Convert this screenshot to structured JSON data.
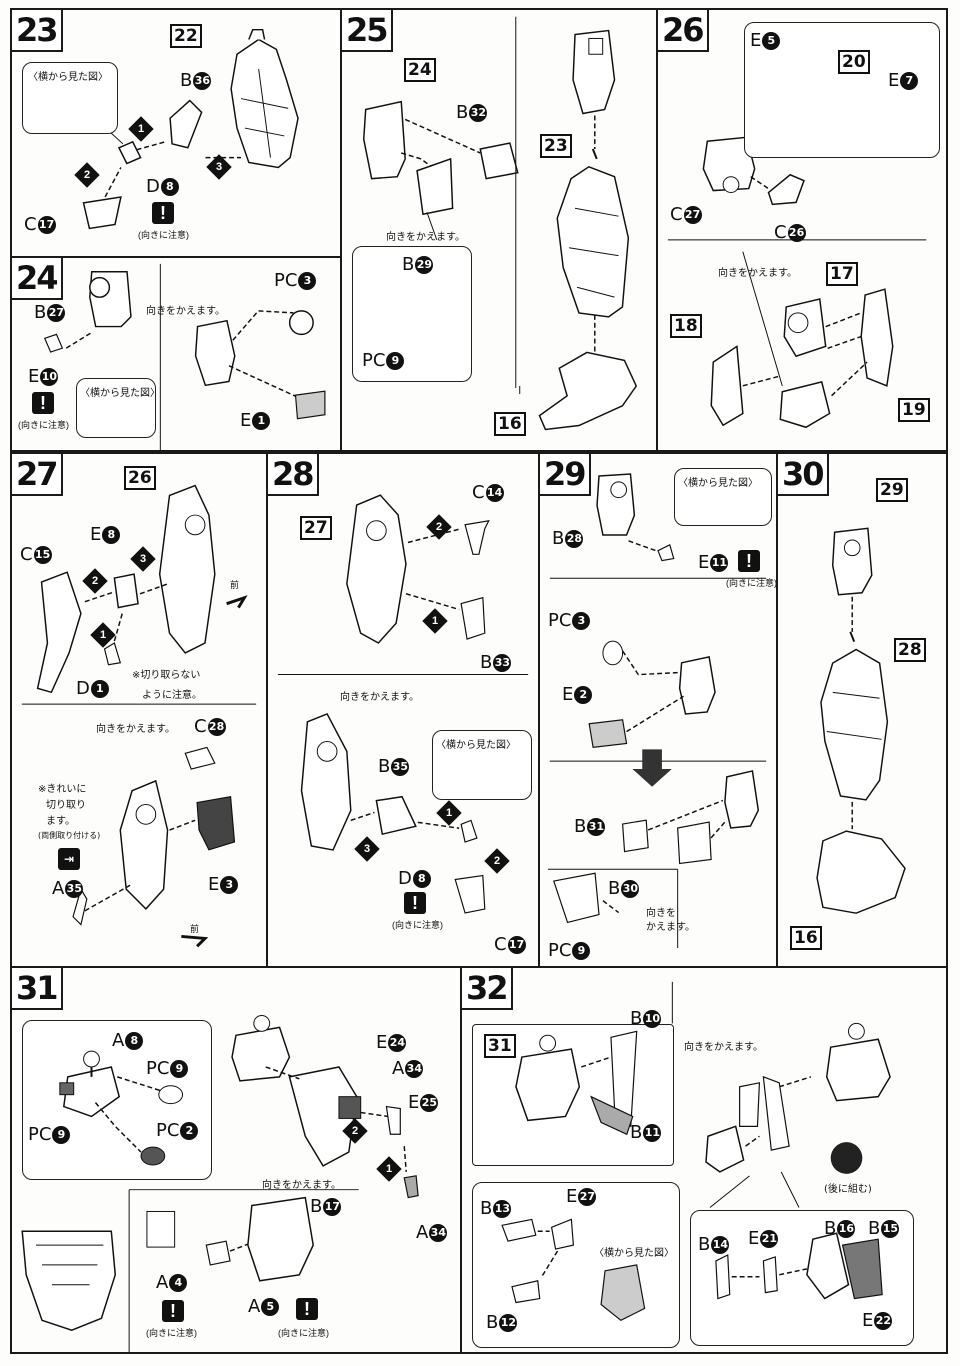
{
  "steps": {
    "s23": {
      "num": "23",
      "ref": "22",
      "side_view": "〈横から見た図〉",
      "parts": {
        "b": "B",
        "b_n": "36",
        "d": "D",
        "d_n": "8",
        "c": "C",
        "c_n": "17"
      },
      "warn": "(向きに注意)",
      "orders": [
        "1",
        "2",
        "3"
      ]
    },
    "s24": {
      "num": "24",
      "parts": {
        "b": "B",
        "b_n": "27",
        "e": "E",
        "e_n": "10",
        "pc": "PC",
        "pc_n": "3",
        "e2": "E",
        "e2_n": "1"
      },
      "warn": "(向きに注意)",
      "side_view": "〈横から見た図〉",
      "turn": "向きをかえます。"
    },
    "s25": {
      "num": "25",
      "ref_a": "24",
      "ref_b": "23",
      "ref_c": "16",
      "parts": {
        "b": "B",
        "b_n": "32",
        "b2": "B",
        "b2_n": "29",
        "pc": "PC",
        "pc_n": "9"
      },
      "turn": "向きをかえます。"
    },
    "s26": {
      "num": "26",
      "ref_a": "20",
      "ref_b": "17",
      "ref_c": "18",
      "ref_d": "19",
      "parts": {
        "e": "E",
        "e_n": "5",
        "e2": "E",
        "e2_n": "7",
        "c": "C",
        "c_n": "27",
        "c2": "C",
        "c2_n": "26"
      },
      "turn": "向きをかえます。"
    },
    "s27": {
      "num": "27",
      "ref": "26",
      "parts": {
        "c": "C",
        "c_n": "15",
        "e": "E",
        "e_n": "8",
        "d": "D",
        "d_n": "1",
        "c2": "C",
        "c2_n": "28",
        "e2": "E",
        "e2_n": "3",
        "a": "A",
        "a_n": "35"
      },
      "note1": "※切り取らない",
      "note2": "ように注意。",
      "note3": "※きれいに",
      "note4": "切り取り",
      "note5": "ます。",
      "note6": "(両側取り付ける)",
      "front": "前",
      "turn": "向きをかえます。",
      "orders": [
        "1",
        "2",
        "3"
      ]
    },
    "s28": {
      "num": "28",
      "ref": "27",
      "parts": {
        "c": "C",
        "c_n": "14",
        "b": "B",
        "b_n": "33",
        "b2": "B",
        "b2_n": "35",
        "d": "D",
        "d_n": "8",
        "c2": "C",
        "c2_n": "17"
      },
      "turn": "向きをかえます。",
      "side_view": "〈横から見た図〉",
      "warn": "(向きに注意)",
      "orders": [
        "1",
        "2",
        "3"
      ]
    },
    "s29": {
      "num": "29",
      "parts": {
        "b": "B",
        "b_n": "28",
        "e": "E",
        "e_n": "11",
        "pc": "PC",
        "pc_n": "3",
        "e2": "E",
        "e2_n": "2",
        "b2": "B",
        "b2_n": "31",
        "b3": "B",
        "b3_n": "30",
        "pc2": "PC",
        "pc2_n": "9"
      },
      "side_view": "〈横から見た図〉",
      "warn": "(向きに注意)",
      "turn1": "向きを",
      "turn2": "かえます。"
    },
    "s30": {
      "num": "30",
      "ref_a": "29",
      "ref_b": "28",
      "ref_c": "16"
    },
    "s31": {
      "num": "31",
      "parts": {
        "a": "A",
        "a_n": "8",
        "pc": "PC",
        "pc_n": "9",
        "pc2": "PC",
        "pc2_n": "9",
        "pc3": "PC",
        "pc3_n": "2",
        "e": "E",
        "e_n": "24",
        "a2": "A",
        "a2_n": "34",
        "e2": "E",
        "e2_n": "25",
        "a3": "A",
        "a3_n": "34",
        "b": "B",
        "b_n": "17",
        "a4": "A",
        "a4_n": "4",
        "a5": "A",
        "a5_n": "5"
      },
      "turn": "向きをかえます。",
      "warn": "(向きに注意)",
      "orders": [
        "1",
        "2"
      ]
    },
    "s32": {
      "num": "32",
      "ref": "31",
      "parts": {
        "b": "B",
        "b_n": "10",
        "b2": "B",
        "b2_n": "11",
        "b3": "B",
        "b3_n": "13",
        "e": "E",
        "e_n": "27",
        "b4": "B",
        "b4_n": "12",
        "b5": "B",
        "b5_n": "14",
        "e2": "E",
        "e2_n": "21",
        "b6": "B",
        "b6_n": "16",
        "b7": "B",
        "b7_n": "15",
        "e3": "E",
        "e3_n": "22"
      },
      "turn": "向きをかえます。",
      "side_view": "〈横から見た図〉",
      "later": "(後に組む)"
    }
  }
}
